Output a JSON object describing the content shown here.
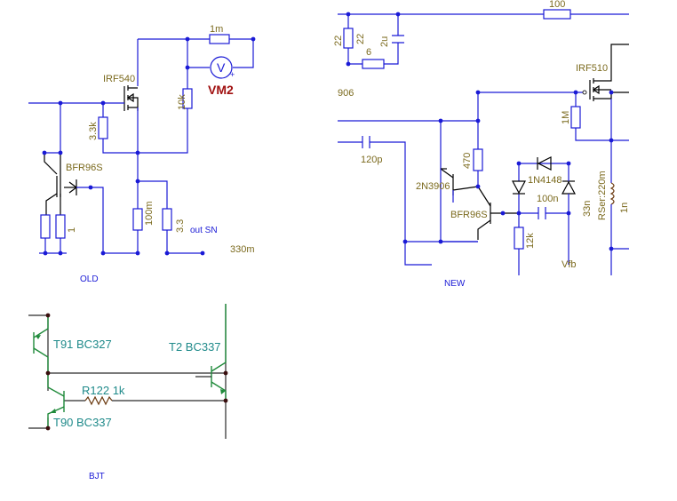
{
  "old": {
    "section": "OLD",
    "mosfet": "IRF540",
    "bjt": "BFR96S",
    "r_1m": "1m",
    "r_10k": "10k",
    "r_33k": "3.3k",
    "r_1": "1",
    "r_100m": "100m",
    "r_33": "3.3",
    "meter_symbol": "V",
    "meter_plus": "+",
    "meter_name": "VM2",
    "out_label": "out SN",
    "value_330m": "330m"
  },
  "new": {
    "section": "NEW",
    "r_100": "100",
    "r_22": "22",
    "r_6": "6",
    "c_2u": "2u",
    "c_22": "22",
    "label_906": "906",
    "mosfet": "IRF510",
    "r_1M": "1M",
    "c_120p": "120p",
    "r_470": "470",
    "pnp": "2N3906",
    "npn": "BFR96S",
    "diode": "1N4148",
    "c_100n": "100n",
    "r_12k": "12k",
    "c_33n": "33n",
    "l_rser": "RSer:220m",
    "c_1n": "1n",
    "vfb": "Vfb"
  },
  "bjt": {
    "section": "BJT",
    "t91": "T91 BC327",
    "t90": "T90 BC337",
    "t2": "T2 BC337",
    "r122": "R122 1k"
  }
}
